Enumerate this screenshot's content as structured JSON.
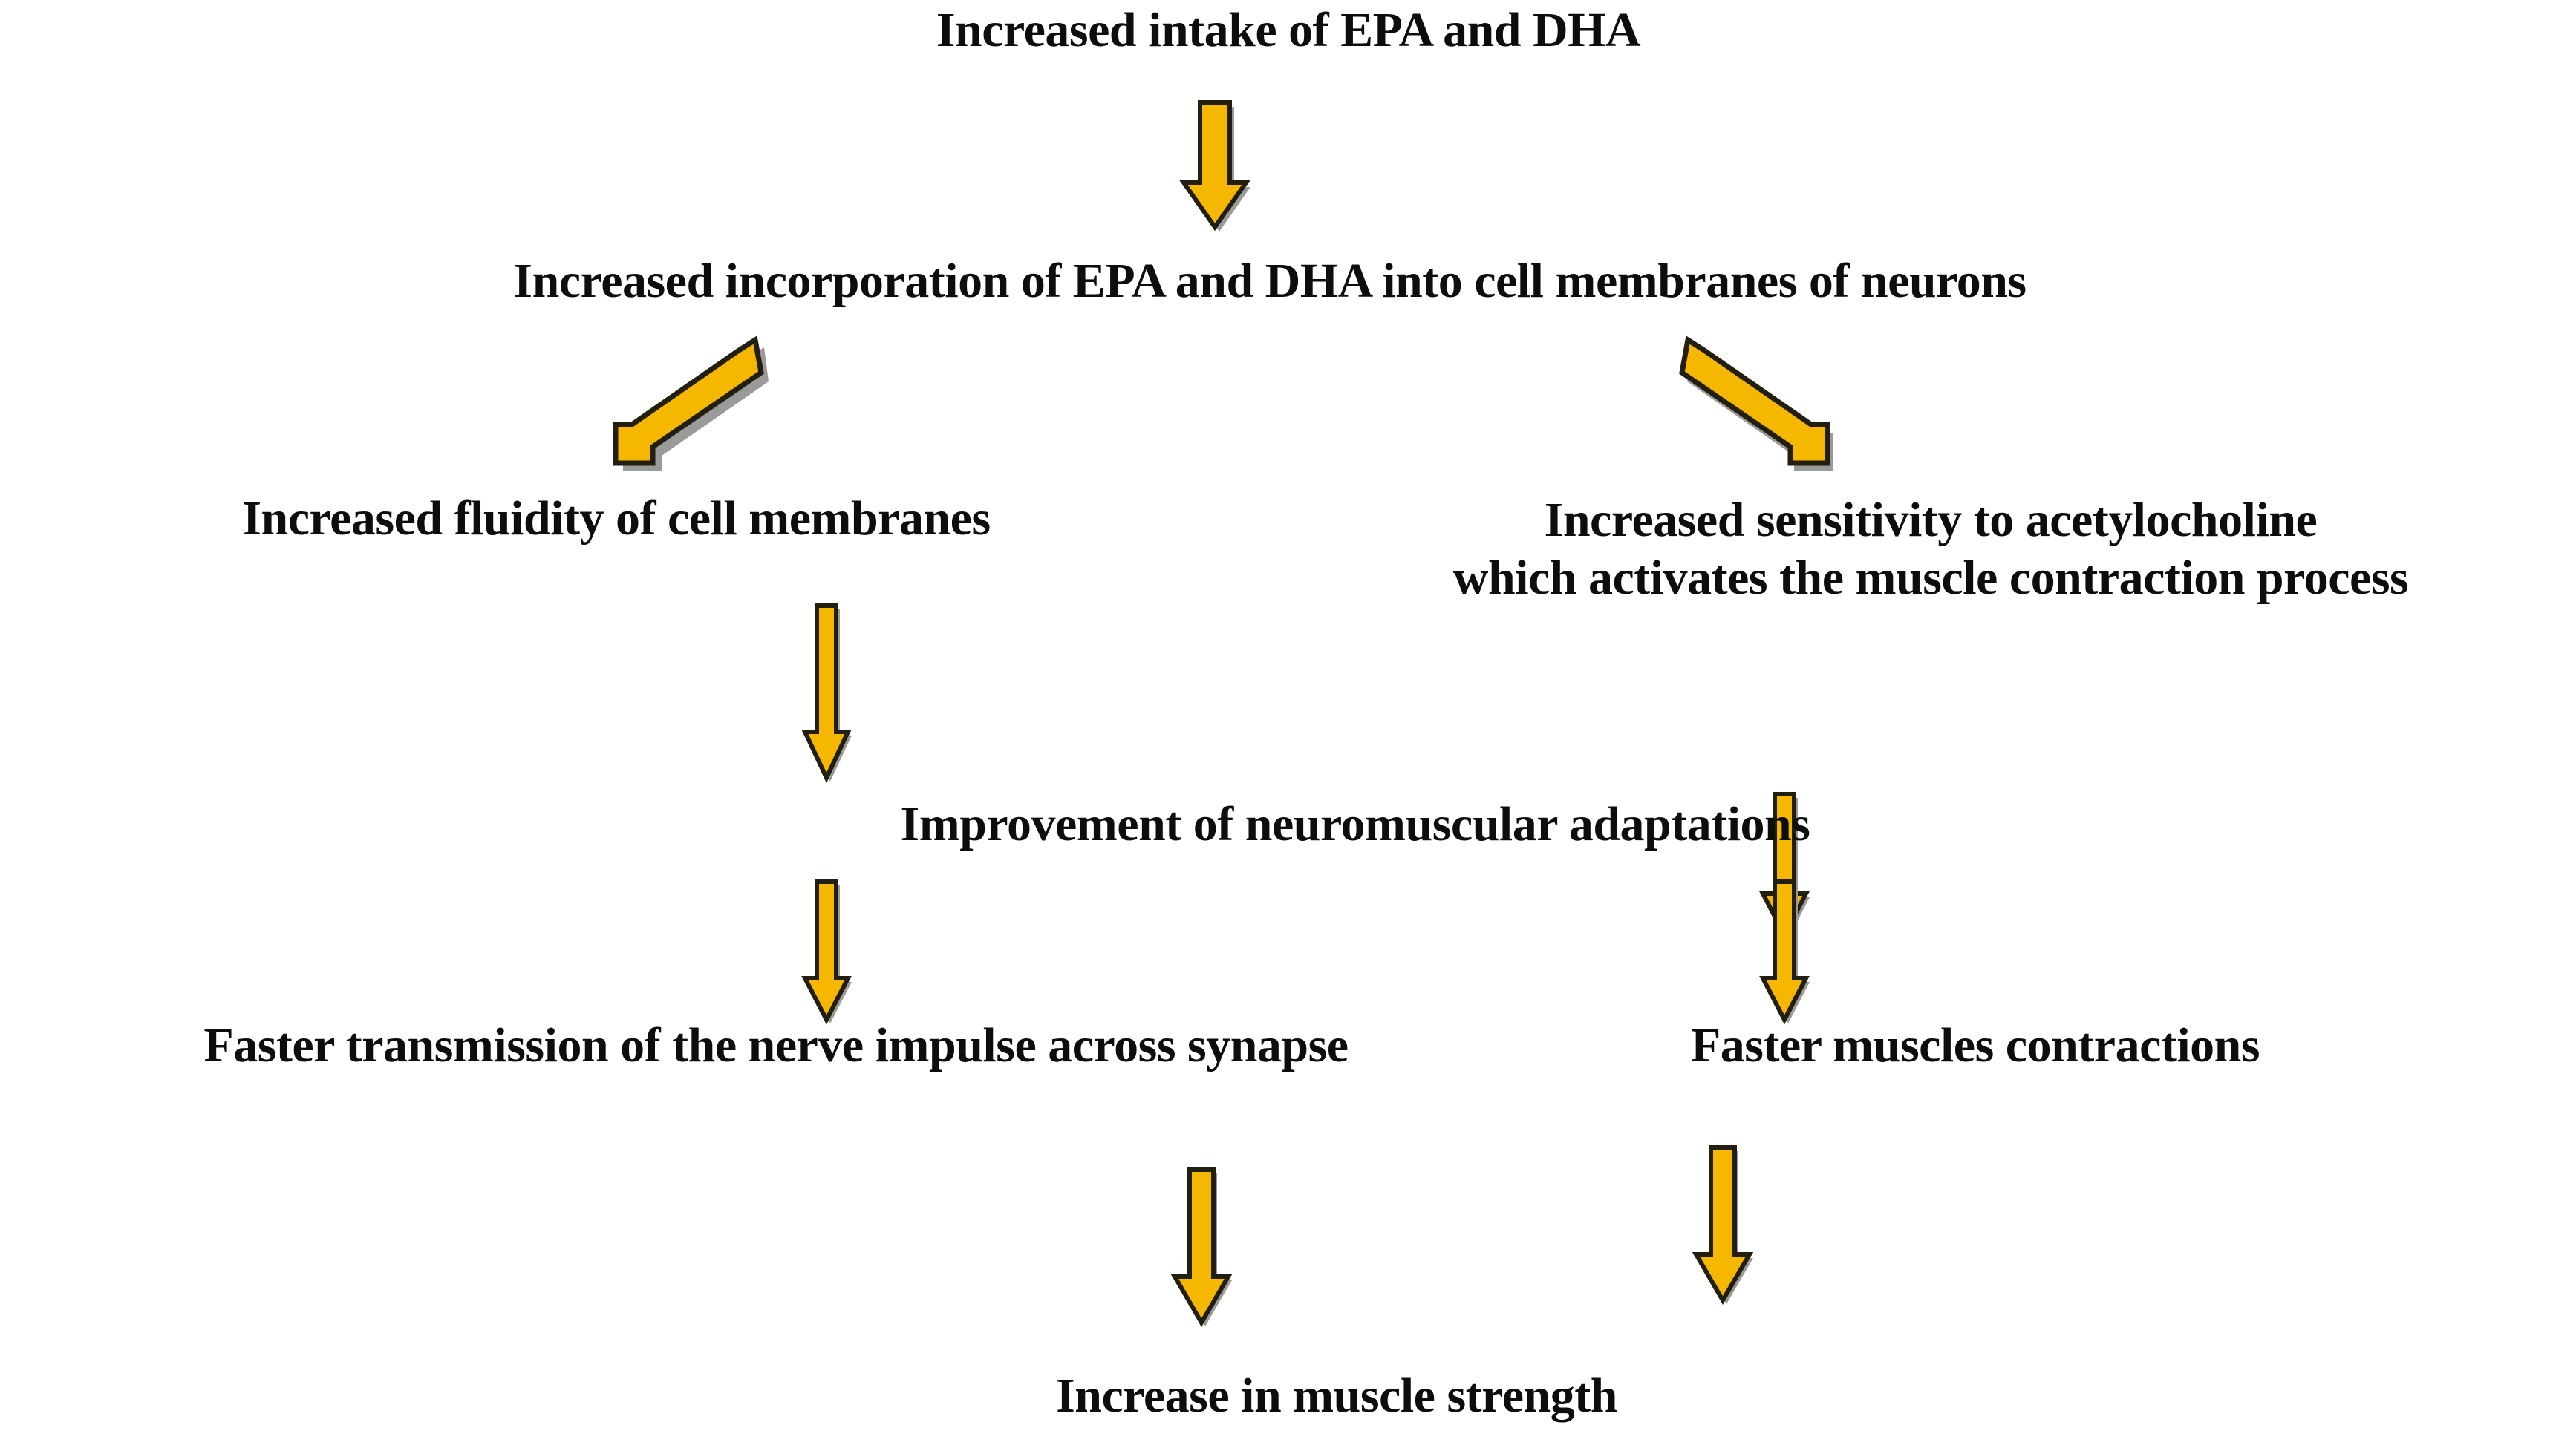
{
  "diagram": {
    "title": "Increased intake of EPA and DHA",
    "background_color": "#ffffff",
    "text_color": "#0d0d0d",
    "arrow_fill_color": "#F5B700",
    "arrow_stroke_color": "#231f10",
    "arrow_shadow_color": "#9a9a9a",
    "nodes": [
      {
        "id": "n1",
        "label": "Increased intake of EPA and DHA"
      },
      {
        "id": "n2",
        "label": "Increased incorporation of EPA and DHA into cell membranes of neurons"
      },
      {
        "id": "n3",
        "label": "Increased fluidity of cell membranes"
      },
      {
        "id": "n4_line1",
        "label": "Increased sensitivity to acetylocholine"
      },
      {
        "id": "n4_line2",
        "label": "which activates the muscle contraction process"
      },
      {
        "id": "n5",
        "label": "Improvement of neuromuscular adaptations"
      },
      {
        "id": "n6",
        "label": "Faster transmission of the nerve impulse across synapse"
      },
      {
        "id": "n7",
        "label": "Faster muscles contractions"
      },
      {
        "id": "n8",
        "label": "Increase in muscle strength"
      }
    ],
    "arrows": [
      {
        "id": "a1",
        "direction": "down",
        "from": "n1",
        "to": "n2"
      },
      {
        "id": "a2",
        "direction": "down-left",
        "from": "n2",
        "to": "n3"
      },
      {
        "id": "a3",
        "direction": "down-right",
        "from": "n2",
        "to": "n4"
      },
      {
        "id": "a4",
        "direction": "down",
        "from": "n3",
        "to": "n5"
      },
      {
        "id": "a5",
        "direction": "down",
        "from": "n4",
        "to": "n7"
      },
      {
        "id": "a6",
        "direction": "down",
        "from": "n5",
        "to": "n6"
      },
      {
        "id": "a7",
        "direction": "down",
        "from": "n5",
        "to": "n7"
      },
      {
        "id": "a8",
        "direction": "down",
        "from": "n6",
        "to": "n8"
      },
      {
        "id": "a9",
        "direction": "down",
        "from": "n7",
        "to": "n8"
      }
    ]
  }
}
